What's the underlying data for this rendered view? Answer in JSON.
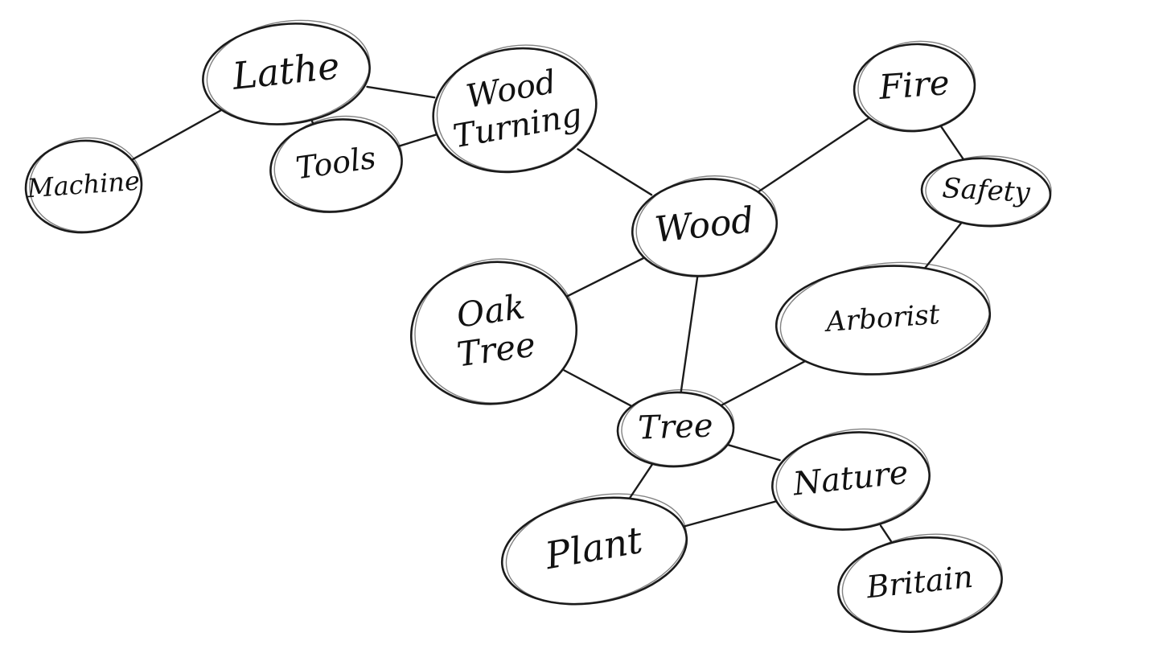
{
  "diagram": {
    "nodes": [
      {
        "id": "lathe",
        "lines": [
          "Lathe"
        ]
      },
      {
        "id": "machine",
        "lines": [
          "Machine"
        ]
      },
      {
        "id": "tools",
        "lines": [
          "Tools"
        ]
      },
      {
        "id": "wood-turning",
        "lines": [
          "Wood",
          "Turning"
        ]
      },
      {
        "id": "fire",
        "lines": [
          "Fire"
        ]
      },
      {
        "id": "safety",
        "lines": [
          "Safety"
        ]
      },
      {
        "id": "wood",
        "lines": [
          "Wood"
        ]
      },
      {
        "id": "oak-tree",
        "lines": [
          "Oak",
          "Tree"
        ]
      },
      {
        "id": "arborist",
        "lines": [
          "Arborist"
        ]
      },
      {
        "id": "tree",
        "lines": [
          "Tree"
        ]
      },
      {
        "id": "nature",
        "lines": [
          "Nature"
        ]
      },
      {
        "id": "plant",
        "lines": [
          "Plant"
        ]
      },
      {
        "id": "britain",
        "lines": [
          "Britain"
        ]
      }
    ],
    "edges": [
      [
        "lathe",
        "machine"
      ],
      [
        "lathe",
        "tools"
      ],
      [
        "lathe",
        "wood-turning"
      ],
      [
        "tools",
        "wood-turning"
      ],
      [
        "wood-turning",
        "wood"
      ],
      [
        "wood",
        "fire"
      ],
      [
        "fire",
        "safety"
      ],
      [
        "safety",
        "arborist"
      ],
      [
        "wood",
        "oak-tree"
      ],
      [
        "wood",
        "tree"
      ],
      [
        "oak-tree",
        "tree"
      ],
      [
        "arborist",
        "tree"
      ],
      [
        "tree",
        "nature"
      ],
      [
        "tree",
        "plant"
      ],
      [
        "plant",
        "nature"
      ],
      [
        "nature",
        "britain"
      ]
    ]
  }
}
